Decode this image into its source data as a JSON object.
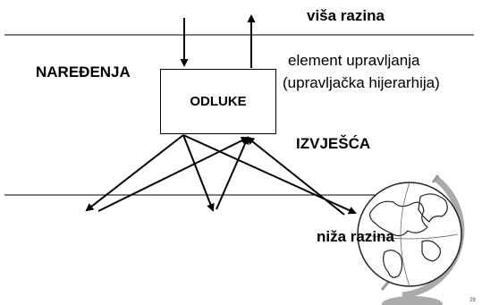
{
  "labels": {
    "upper_level": "viša razina",
    "commands": "NAREĐENJA",
    "element_line1": "element upravljanja",
    "element_line2": "(upravljačka hijerarhija)",
    "decisions": "ODLUKE",
    "reports": "IZVJEŠĆA",
    "lower_level": "niža razina",
    "page_number": "29"
  },
  "icons": {
    "globe": "globe-icon"
  },
  "colors": {
    "line": "#000000",
    "globe_stand": "#aaaaaa"
  }
}
